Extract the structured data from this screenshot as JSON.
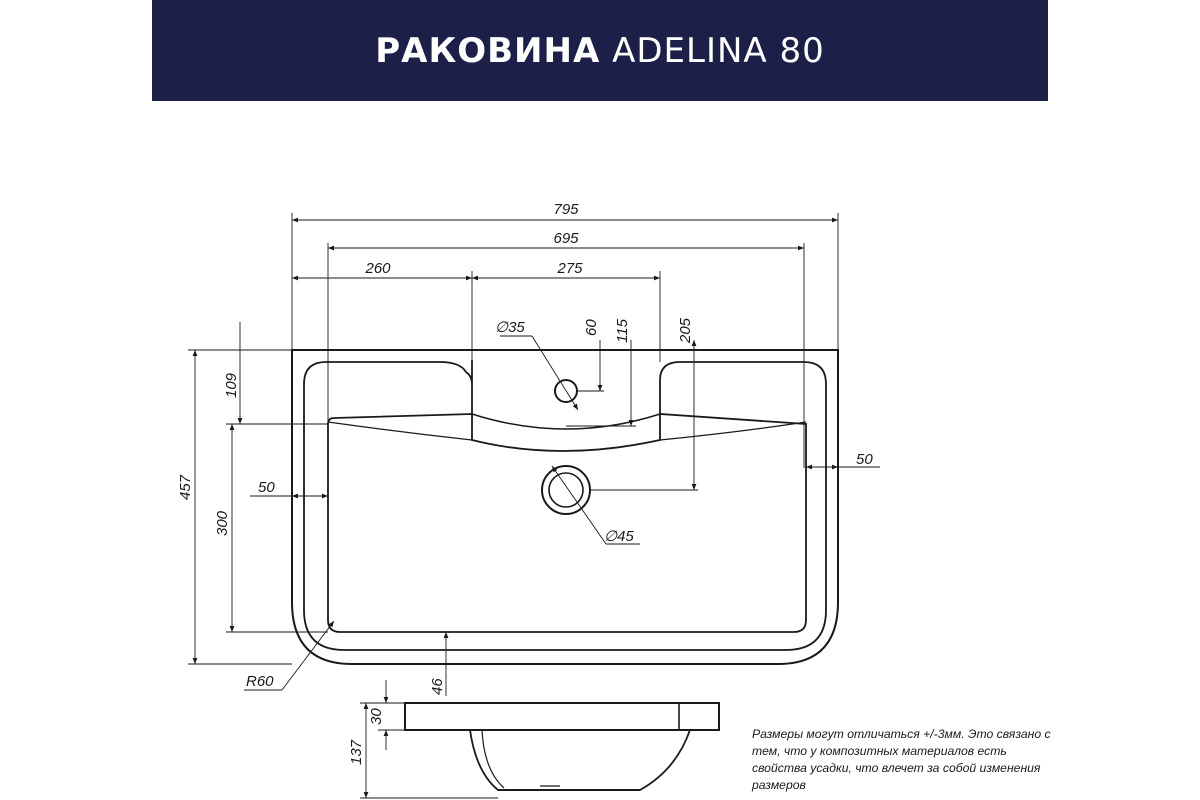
{
  "header": {
    "title_bold": "РАКОВИНА",
    "title_light": "ADELINA 80",
    "background_color": "#1c1f48",
    "text_color": "#ffffff"
  },
  "dimensions": {
    "overall_width": "795",
    "bowl_width": "695",
    "left_offset": "260",
    "center_span": "275",
    "tap_hole_diameter": "∅35",
    "drain_diameter": "∅45",
    "tap_hole_offset": "60",
    "back_edge_offset": "115",
    "drain_offset": "205",
    "right_wall": "50",
    "left_wall": "50",
    "overall_depth": "457",
    "back_ledge": "109",
    "bowl_depth": "300",
    "corner_radius": "R60",
    "front_wall": "46",
    "slab_thickness": "30",
    "total_height": "137"
  },
  "note": "Размеры могут отличаться +/-3мм. Это связано с тем, что у композитных материалов есть свойства усадки, что влечет за собой изменения размеров"
}
